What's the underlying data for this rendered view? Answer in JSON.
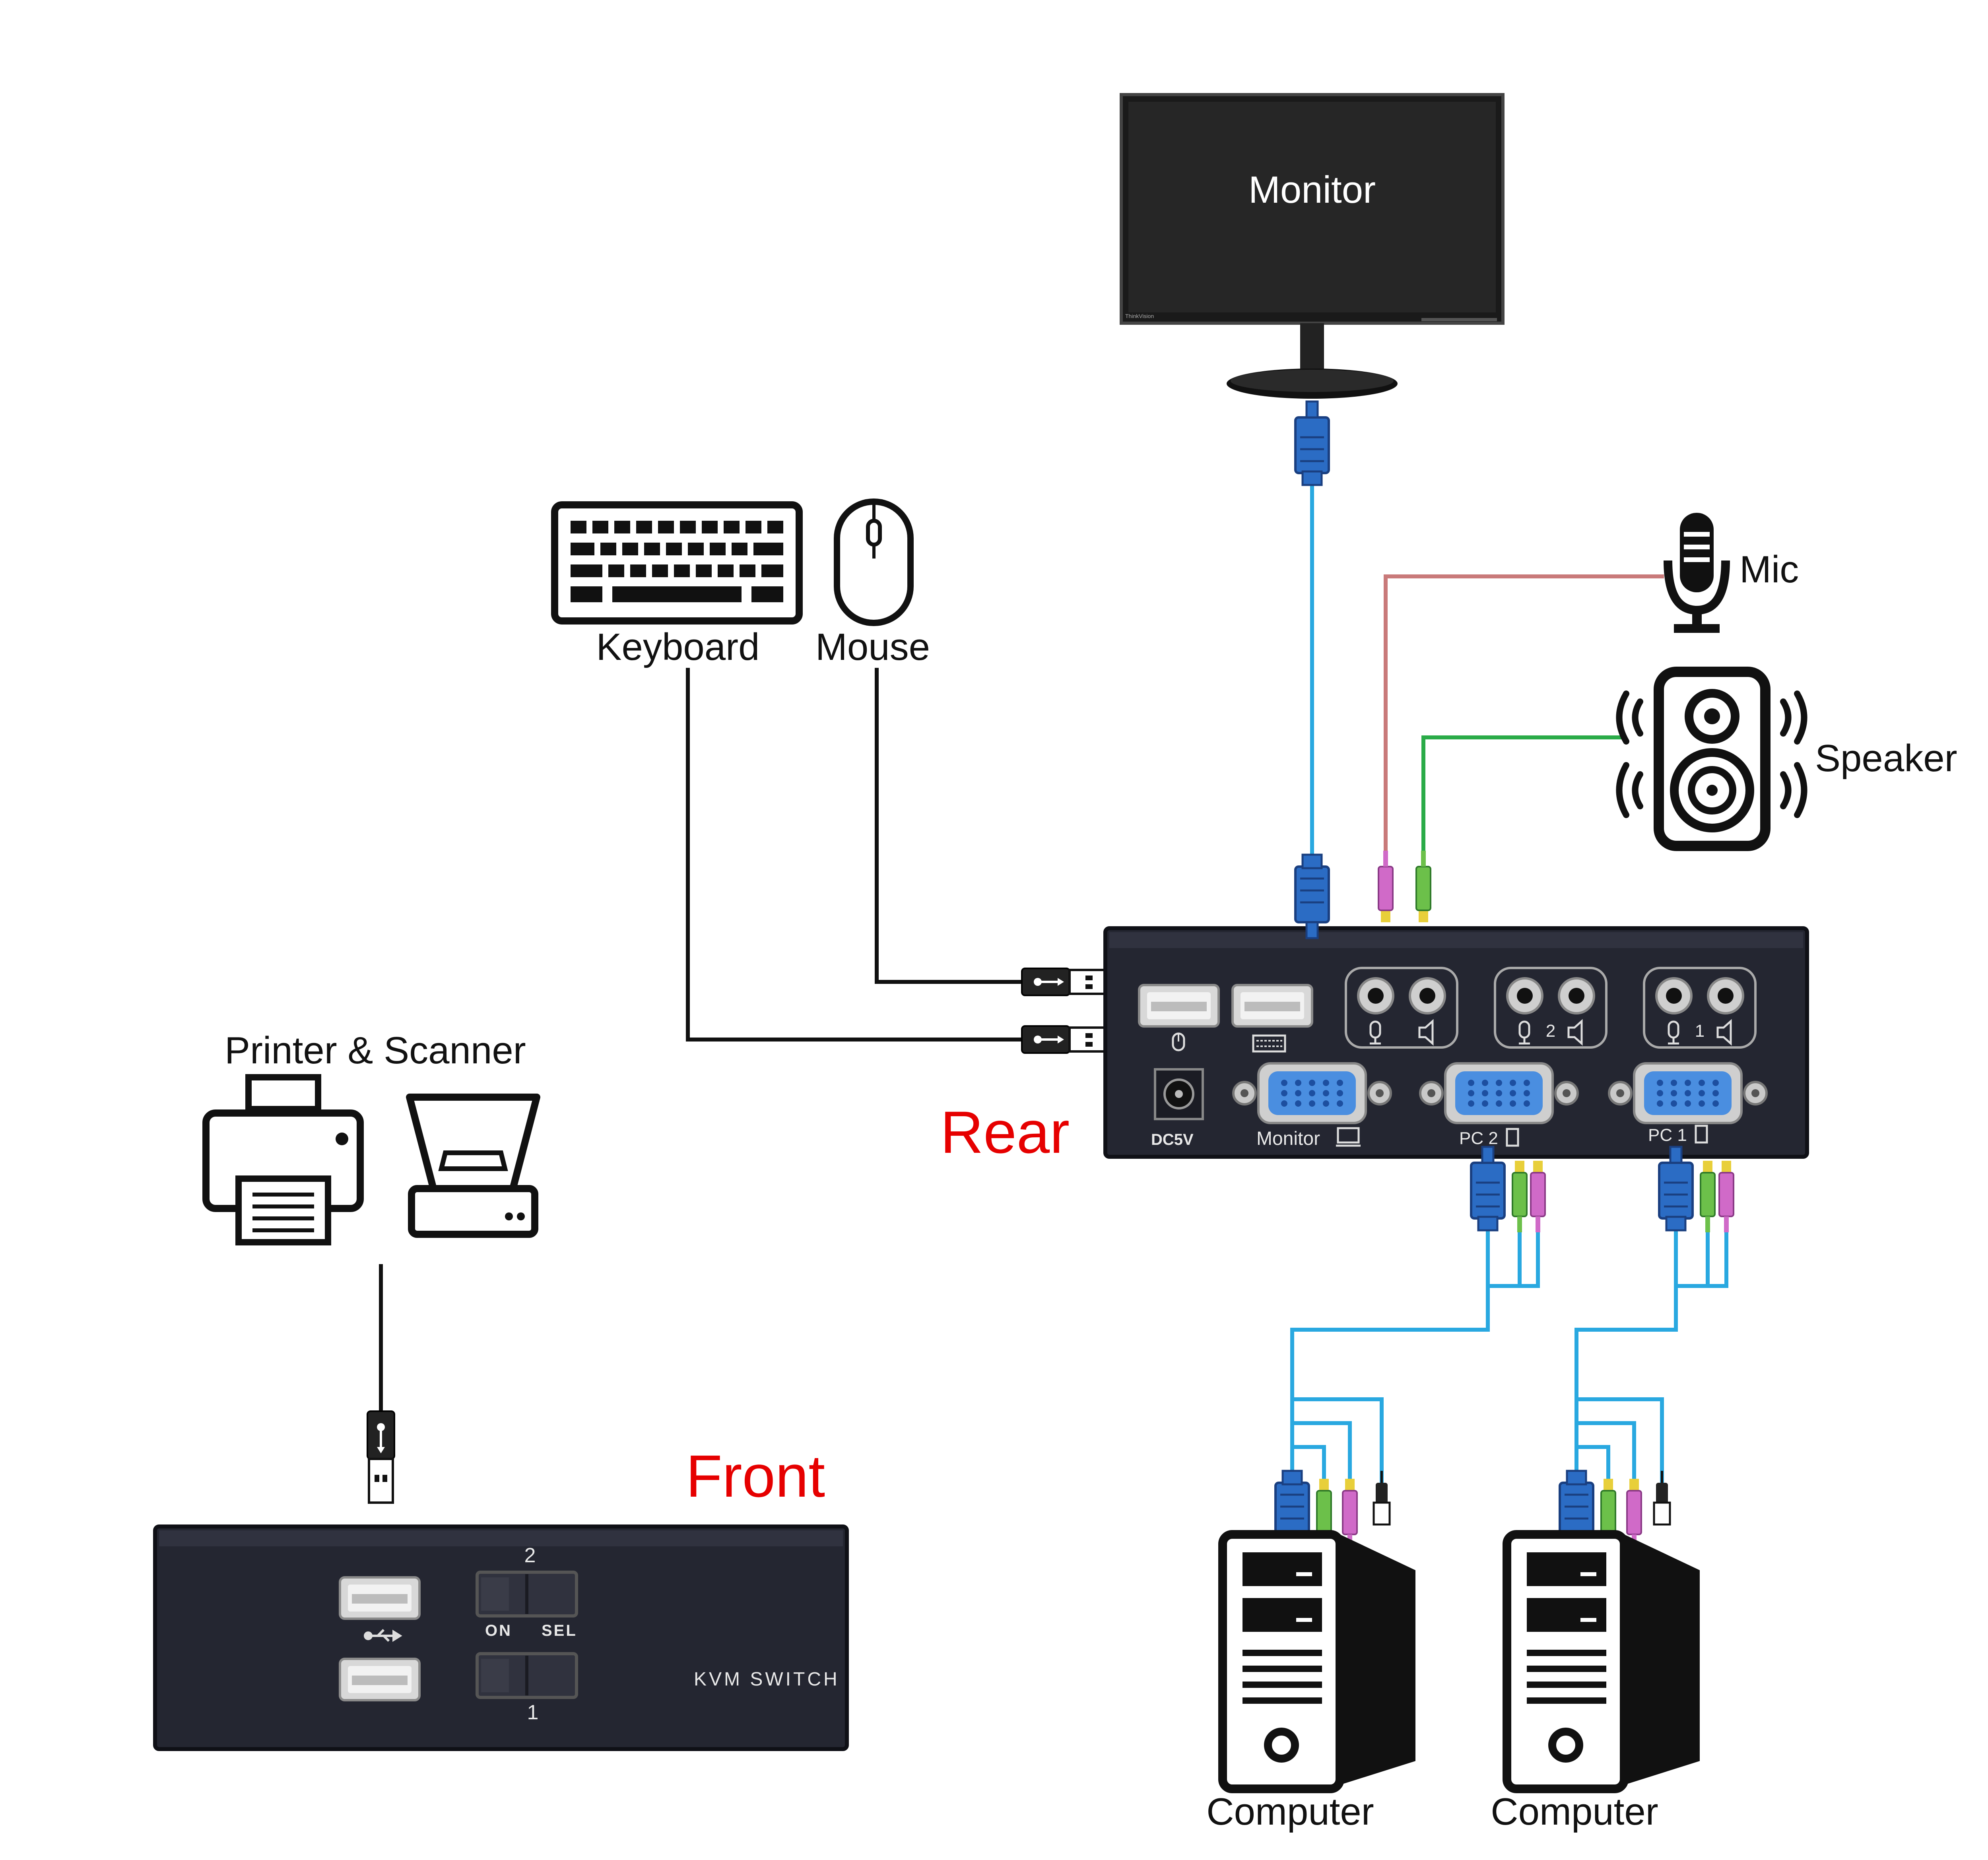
{
  "labels": {
    "monitor_screen": "Monitor",
    "monitor_brand": "ThinkVision",
    "mic": "Mic",
    "speaker": "Speaker",
    "keyboard": "Keyboard",
    "mouse": "Mouse",
    "printer_scanner": "Printer & Scanner",
    "rear": "Rear",
    "front": "Front",
    "computer_1": "Computer",
    "computer_2": "Computer"
  },
  "rear_panel": {
    "dc": "DC5V",
    "monitor": "Monitor",
    "pc2": "PC 2",
    "pc1": "PC 1",
    "audio2": "2",
    "audio1": "1"
  },
  "front_panel": {
    "num_top": "2",
    "on": "ON",
    "sel": "SEL",
    "num_bottom": "1",
    "title": "KVM SWITCH"
  },
  "colors": {
    "vga_cable": "#29a8e0",
    "mic_cable": "#c97a7a",
    "speaker_cable": "#2aab48",
    "usb_cable": "#111111",
    "vga_connector": "#2b6cc4",
    "mic_plug": "#d06ac8",
    "speaker_plug": "#6cc04a",
    "plug_tip": "#e8cf3a",
    "title_red": "#e60000",
    "device_body": "#242631"
  }
}
